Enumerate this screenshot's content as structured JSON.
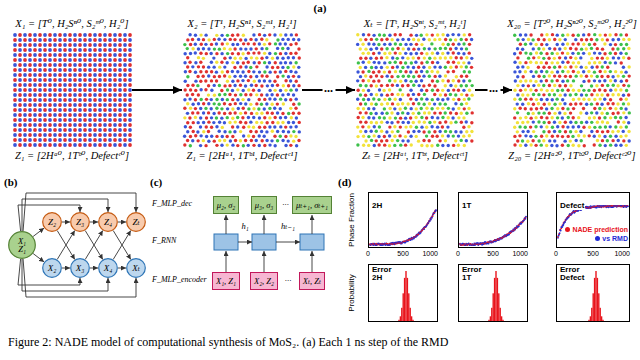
{
  "diagram": {
    "caption": "Figure 2: NADE model of computational synthesis of MoS₂. (a) Each 1 ns step of the RMD",
    "nodes": [
      {
        "text": [
          "X₁ = [T⁰, H₂Sⁿ⁰, S₂ᵐ⁰, H₂⁰]",
          "Z₁ = [2Hᵃ⁰, 1Tᵇ⁰, Defectᶜ⁰]"
        ]
      },
      {
        "text": [
          "X₂ = [T¹, H₂Sⁿ¹, S₂ᵐ¹, H₂¹]",
          "Z₁ = [2Hᵃ¹, 1Tᵇ¹, Defectᶜ¹]"
        ]
      },
      {
        "text": [
          "Xₜ = [Tᵗ, H₂Sⁿᵗ, S₂ᵐᵗ, H₂ᵗ]",
          "Zₜ = [2Hᵃᵗ, 1Tᵇᵗ, Defectᶜᵗ]"
        ]
      },
      {
        "text": [
          "X₂₀ = [T²⁰, H₂Sⁿ²⁰, S₂ᵐ²⁰, H₂²⁰]",
          "Z₂₀ = [2Hᵃ²⁰, 1Tᵇ²⁰, Defectᶜ²⁰]"
        ]
      },
      {
        "text": [
          "X₁",
          "Z₁"
        ]
      },
      {
        "text": [
          "Z₂"
        ]
      },
      {
        "text": [
          "Z₃"
        ]
      },
      {
        "text": [
          "Z₄"
        ]
      },
      {
        "text": [
          "Zₜ"
        ]
      },
      {
        "text": [
          "X₂"
        ]
      },
      {
        "text": [
          "X₃"
        ]
      },
      {
        "text": [
          "X₄"
        ]
      },
      {
        "text": [
          "Xₜ"
        ]
      },
      {
        "text": [
          "μ₂, σ₂"
        ]
      },
      {
        "text": [
          "μ₃, σ₃"
        ]
      },
      {
        "text": [
          "μₜ₊₁, σₜ₊₁"
        ]
      },
      {
        "text": [
          "X₁, Z₁"
        ]
      },
      {
        "text": [
          "X₂, Z₂"
        ]
      },
      {
        "text": [
          "Xₜ, Zₜ"
        ]
      },
      {
        "text": [
          "2H"
        ]
      },
      {
        "text": [
          "1T"
        ]
      },
      {
        "text": [
          "Defect"
        ]
      },
      {
        "text": [
          "Error 2H"
        ]
      },
      {
        "text": [
          "Error 1T"
        ]
      },
      {
        "text": [
          "Error Defect"
        ]
      }
    ],
    "edges": [
      {
        "from": 0,
        "to": 1,
        "arrow": "to"
      },
      {
        "from": 1,
        "to": 2,
        "arrow": "to",
        "label": "..."
      },
      {
        "from": 2,
        "to": 3,
        "arrow": "to",
        "label": "..."
      },
      {
        "from": 4,
        "to": 5,
        "arrow": "to"
      },
      {
        "from": 4,
        "to": 9,
        "arrow": "to"
      },
      {
        "from": 4,
        "to": 6,
        "arrow": "to"
      },
      {
        "from": 4,
        "to": 7,
        "arrow": "to"
      },
      {
        "from": 4,
        "to": 8,
        "arrow": "to"
      },
      {
        "from": 4,
        "to": 10,
        "arrow": "to"
      },
      {
        "from": 4,
        "to": 11,
        "arrow": "to"
      },
      {
        "from": 4,
        "to": 12,
        "arrow": "to"
      },
      {
        "from": 5,
        "to": 6,
        "arrow": "to"
      },
      {
        "from": 6,
        "to": 7,
        "arrow": "to"
      },
      {
        "from": 7,
        "to": 8,
        "arrow": "to"
      },
      {
        "from": 9,
        "to": 10,
        "arrow": "to"
      },
      {
        "from": 10,
        "to": 11,
        "arrow": "to"
      },
      {
        "from": 11,
        "to": 12,
        "arrow": "to"
      },
      {
        "from": 5,
        "to": 10,
        "arrow": "to"
      },
      {
        "from": 9,
        "to": 6,
        "arrow": "to"
      },
      {
        "from": 6,
        "to": 11,
        "arrow": "to"
      },
      {
        "from": 10,
        "to": 7,
        "arrow": "to"
      },
      {
        "from": 7,
        "to": 12,
        "arrow": "to"
      },
      {
        "from": 11,
        "to": 8,
        "arrow": "to"
      }
    ],
    "labels": [
      "(a)",
      "(b)",
      "(c)",
      "(d)",
      "F_MLP_dec",
      "F_RNN",
      "F_MLP_encoder",
      "h₁",
      "hₜ₋₁",
      "...",
      "...",
      "Phase Fraction",
      "Probability",
      "0",
      "500",
      "1000",
      "0",
      "500",
      "1000",
      "0",
      "500",
      "1000"
    ],
    "legend": [
      {
        "text": "NADE prediction",
        "color": "#e8141c"
      },
      {
        "text": "vs RMD",
        "color": "#1f2bd6"
      }
    ]
  }
}
